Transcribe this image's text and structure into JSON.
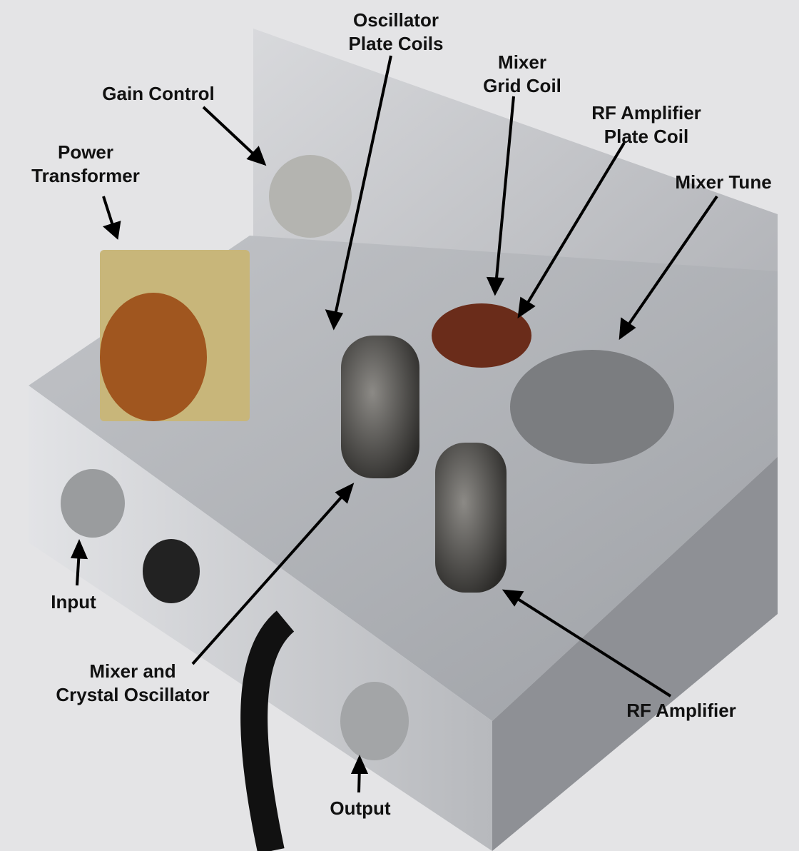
{
  "labels": {
    "oscillator_plate_coils": [
      "Oscillator",
      "Plate Coils"
    ],
    "mixer_grid_coil": [
      "Mixer",
      "Grid Coil"
    ],
    "rf_amplifier_plate_coil": [
      "RF Amplifier",
      "Plate Coil"
    ],
    "gain_control": "Gain Control",
    "power_transformer": [
      "Power",
      "Transformer"
    ],
    "mixer_tune": "Mixer Tune",
    "input": "Input",
    "mixer_crystal_oscillator": [
      "Mixer and",
      "Crystal Oscillator"
    ],
    "rf_amplifier": "RF Amplifier",
    "output": "Output"
  },
  "colors": {
    "background": "#e4e4e6",
    "aluminum": "#c9cbcf",
    "label": "#111111"
  }
}
